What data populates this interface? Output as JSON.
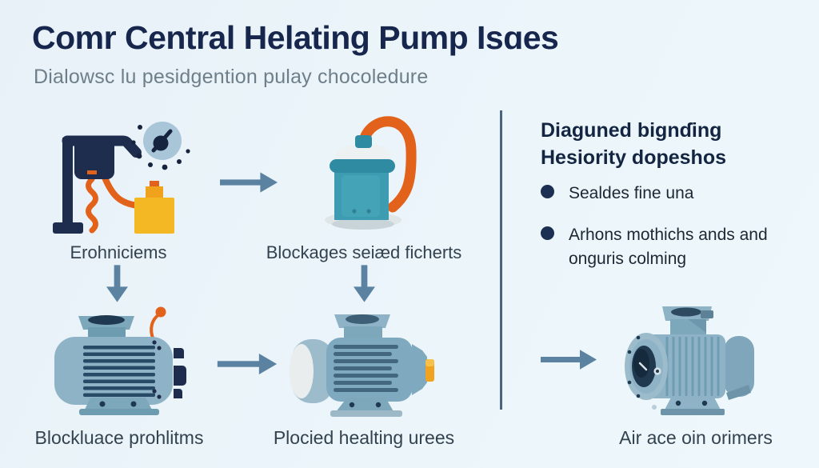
{
  "header": {
    "title": "Comr Central Helating Pump Isɑes",
    "subtitle": "Dialowsc lu pesidgention pulay chocoledure"
  },
  "flow": {
    "steps": [
      {
        "label": "Erohniciems",
        "icon": "thermostat-wiring-icon"
      },
      {
        "label": "Blockages seiæd ficherts",
        "icon": "expansion-tank-hose-icon"
      },
      {
        "label": "Blockluace prohlitms",
        "icon": "ribbed-pump-motor-icon"
      },
      {
        "label": "Plocied healting urees",
        "icon": "side-face-pump-motor-icon"
      }
    ],
    "arrows": [
      "arrow-right-icon",
      "arrow-down-icon",
      "arrow-down-icon",
      "arrow-right-icon"
    ]
  },
  "right_panel": {
    "heading_lines": [
      "Diaguned bignɗing",
      "Hesiority dopeshos"
    ],
    "bullets": [
      "Sealdes fine una",
      "Arhons mothichs ands and onguris colming"
    ],
    "arrow": "arrow-right-icon",
    "pump": {
      "label": "Air ace oin orimers",
      "icon": "flange-pump-motor-icon"
    }
  },
  "colors": {
    "background": "#e9f3f9",
    "title": "#17264d",
    "subtitle": "#6f7f8a",
    "label": "#33424f",
    "arrow": "#5b82a0",
    "divider": "#2e4a66",
    "accent_orange": "#e2611b",
    "accent_yellow": "#f5b825",
    "teal": "#3d9cb2",
    "pump_body": "#8fb3c6",
    "navy": "#1e2c4e"
  }
}
